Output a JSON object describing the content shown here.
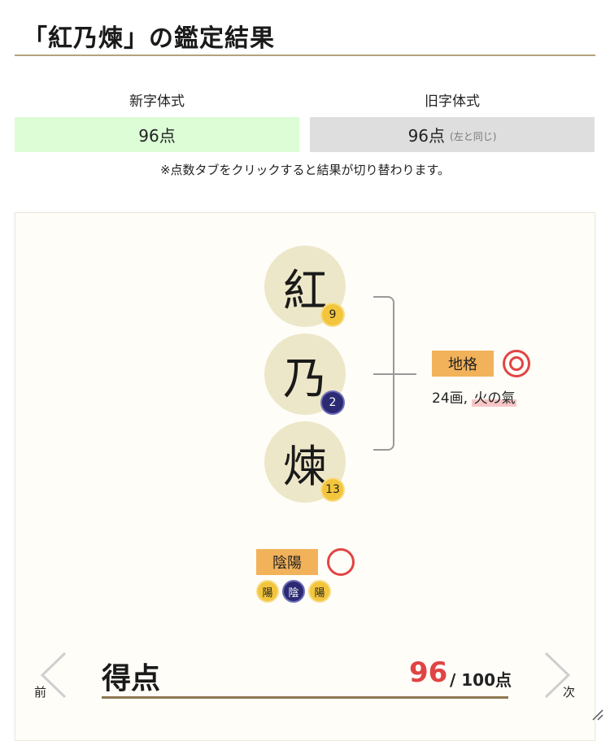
{
  "header": {
    "title": "「紅乃煉」の鑑定結果"
  },
  "tabs": [
    {
      "label": "新字体式",
      "score": "96点",
      "note": ""
    },
    {
      "label": "旧字体式",
      "score": "96点",
      "note": "(左と同じ)"
    }
  ],
  "hint": "※点数タブをクリックすると結果が切り替わります。",
  "name_chars": [
    {
      "char": "紅",
      "strokes": "9",
      "yinyang": "yang"
    },
    {
      "char": "乃",
      "strokes": "2",
      "yinyang": "yin"
    },
    {
      "char": "煉",
      "strokes": "13",
      "yinyang": "yang"
    }
  ],
  "chikaku": {
    "label": "地格",
    "strokes_text": "24画,",
    "ki_text": "火の氣",
    "rating": "double-circle"
  },
  "inyo": {
    "label": "陰陽",
    "rating": "circle",
    "dots": [
      {
        "text": "陽",
        "type": "yang"
      },
      {
        "text": "陰",
        "type": "yin"
      },
      {
        "text": "陽",
        "type": "yang"
      }
    ]
  },
  "score": {
    "label": "得点",
    "value": "96",
    "max": "/ 100点"
  },
  "nav": {
    "prev": "前",
    "next": "次"
  },
  "colors": {
    "accent_red": "#e24444",
    "label_orange": "#f2b25a",
    "yang_yellow": "#f3c53c",
    "yin_navy": "#2b2a72",
    "new_tab_bg": "#dcfdd6",
    "old_tab_bg": "#dedede"
  }
}
